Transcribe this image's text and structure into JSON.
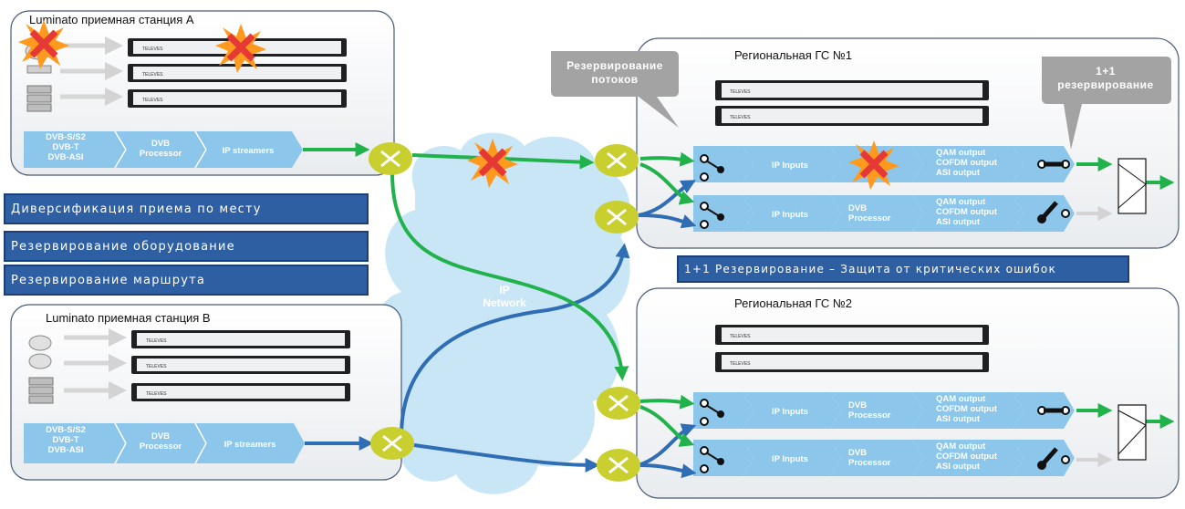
{
  "stations": [
    {
      "title": "Luminato  приемная станция А",
      "inputs": "DVB-S/S2\nDVB-T\nDVB-ASI",
      "processor": "DVB\nProcessor",
      "streamers": "IP streamers"
    },
    {
      "title": "Luminato   приемная станция В",
      "inputs": "DVB-S/S2\nDVB-T\nDVB-ASI",
      "processor": "DVB\nProcessor",
      "streamers": "IP streamers"
    }
  ],
  "regionals": [
    {
      "title": "Региональная ГС №1",
      "rows": [
        {
          "inputs": "IP Inputs",
          "processor": "",
          "outputs": "QAM  output\nCOFDM output\nASI output"
        },
        {
          "inputs": "IP Inputs",
          "processor": "DVB\nProcessor",
          "outputs": "QAM  output\nCOFDM output\nASI output"
        }
      ]
    },
    {
      "title": "Региональная ГС №2",
      "rows": [
        {
          "inputs": "IP Inputs",
          "processor": "DVB\nProcessor",
          "outputs": "QAM  output\nCOFDM output\nASI output"
        },
        {
          "inputs": "IP Inputs",
          "processor": "DVB\nProcessor",
          "outputs": "QAM  output\nCOFDM output\nASI output"
        }
      ]
    }
  ],
  "device_brand": "TELEVES",
  "network_label": "IP\nNetwork",
  "callouts": {
    "stream_redundancy": "Резервирование\nпотоков",
    "one_plus_one": "1+1\nрезервирование"
  },
  "banners": {
    "diversity": "Диверсификация приема по месту",
    "equipment": "Резервирование оборудование",
    "route": "Резервирование маршрута",
    "protection": "1+1 Резервирование – Защита от критических ошибок"
  },
  "colors": {
    "chevron": "#8cc6ea",
    "banner": "#2f5fa3",
    "router": "#c8cf2f",
    "green_arrow": "#22b24c",
    "blue_arrow": "#2f6db5",
    "cloud": "#c9e6f7",
    "failure": "#e53935"
  }
}
